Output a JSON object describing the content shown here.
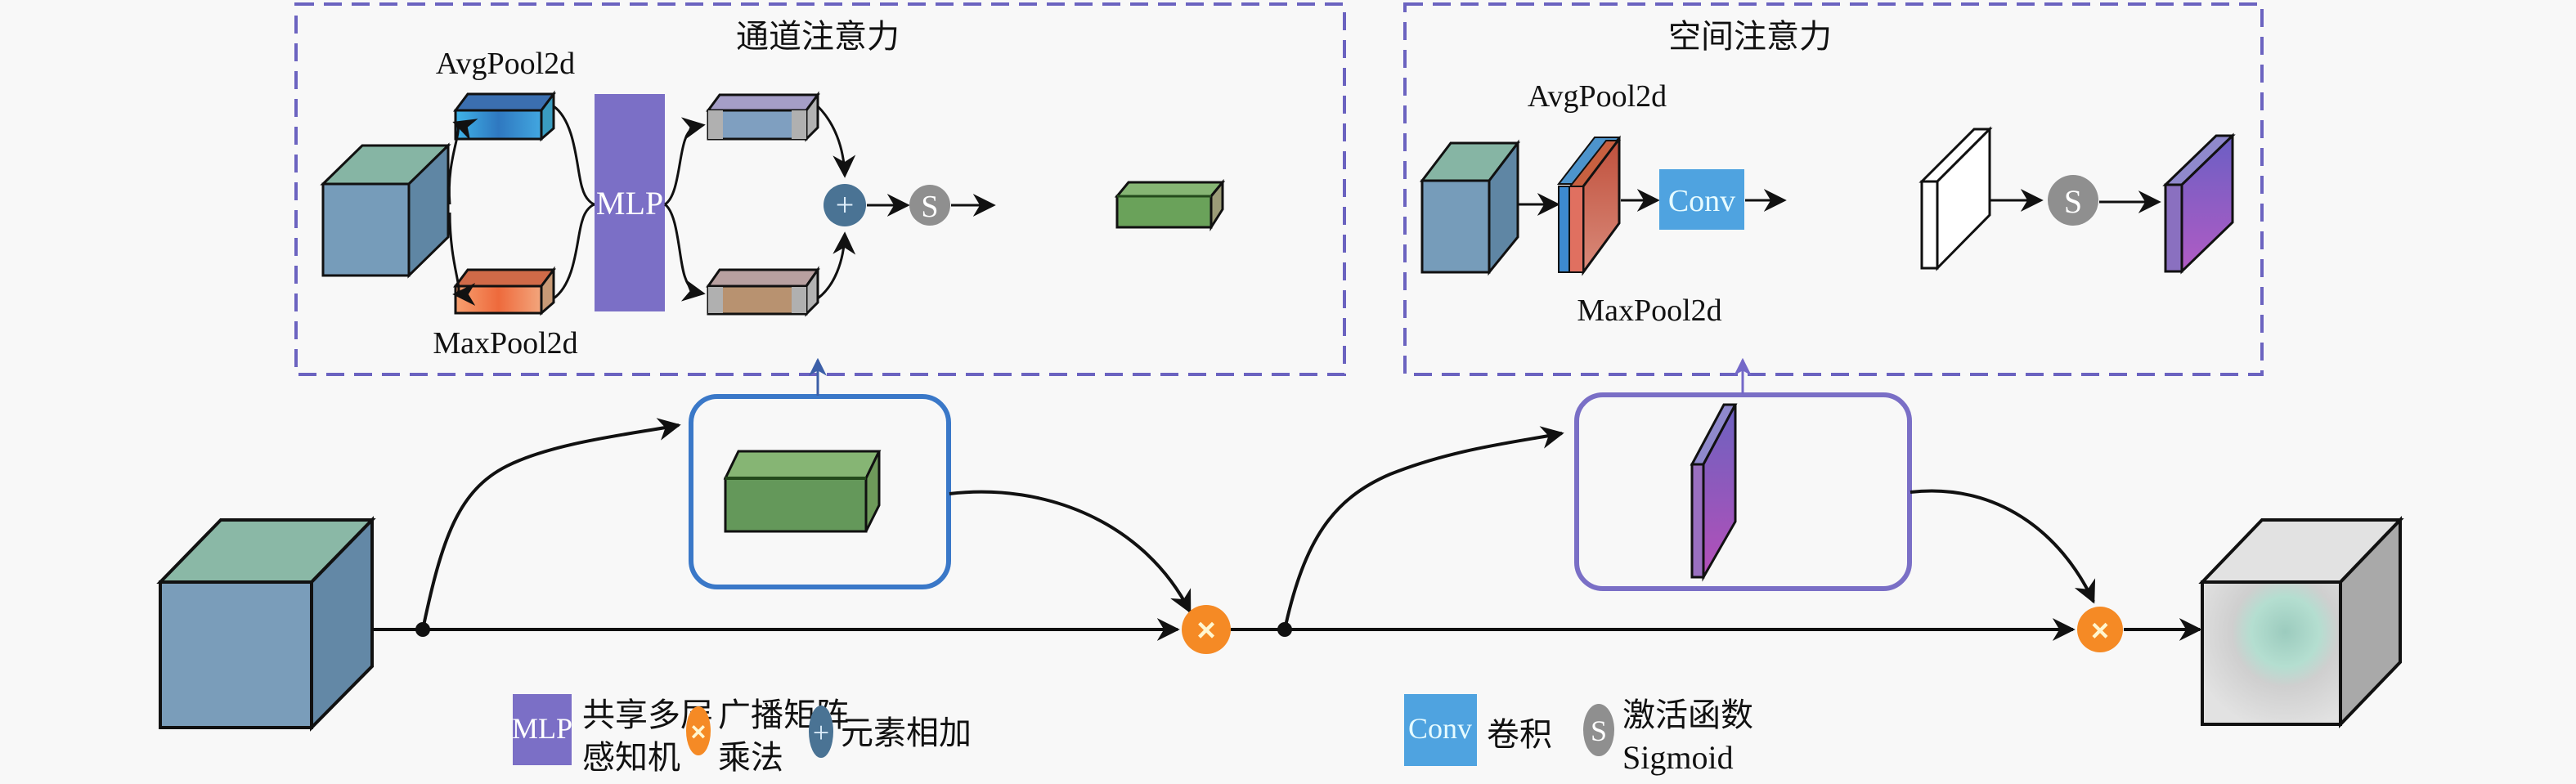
{
  "channel_attention": {
    "title": "通道注意力",
    "avgpool_label": "AvgPool2d",
    "maxpool_label": "MaxPool2d",
    "mlp_label": "MLP",
    "add_symbol": "+",
    "sigmoid_symbol": "S"
  },
  "spatial_attention": {
    "title": "空间注意力",
    "avgpool_label": "AvgPool2d",
    "maxpool_label": "MaxPool2d",
    "conv_label": "Conv",
    "sigmoid_symbol": "S"
  },
  "main_flow": {
    "multiply_symbol": "×"
  },
  "legend": {
    "items": [
      {
        "symbol": "MLP",
        "label_line1": "共享多层",
        "label_line2": "感知机"
      },
      {
        "symbol": "×",
        "label_line1": "广播矩阵",
        "label_line2": "乘法"
      },
      {
        "symbol": "+",
        "label_line1": "元素相加",
        "label_line2": ""
      },
      {
        "symbol": "Conv",
        "label_line1": "卷积",
        "label_line2": ""
      },
      {
        "symbol": "S",
        "label_line1": "激活函数",
        "label_line2": "Sigmoid"
      }
    ]
  },
  "colors": {
    "mlp_purple": "#7b6fc6",
    "conv_blue": "#4fa3e0",
    "multiply_orange": "#f58a25",
    "add_blue": "#4a7394",
    "sigmoid_gray": "#8f8f8f",
    "channel_box_border": "#3a78c8",
    "spatial_box_border": "#7a6fc6"
  }
}
